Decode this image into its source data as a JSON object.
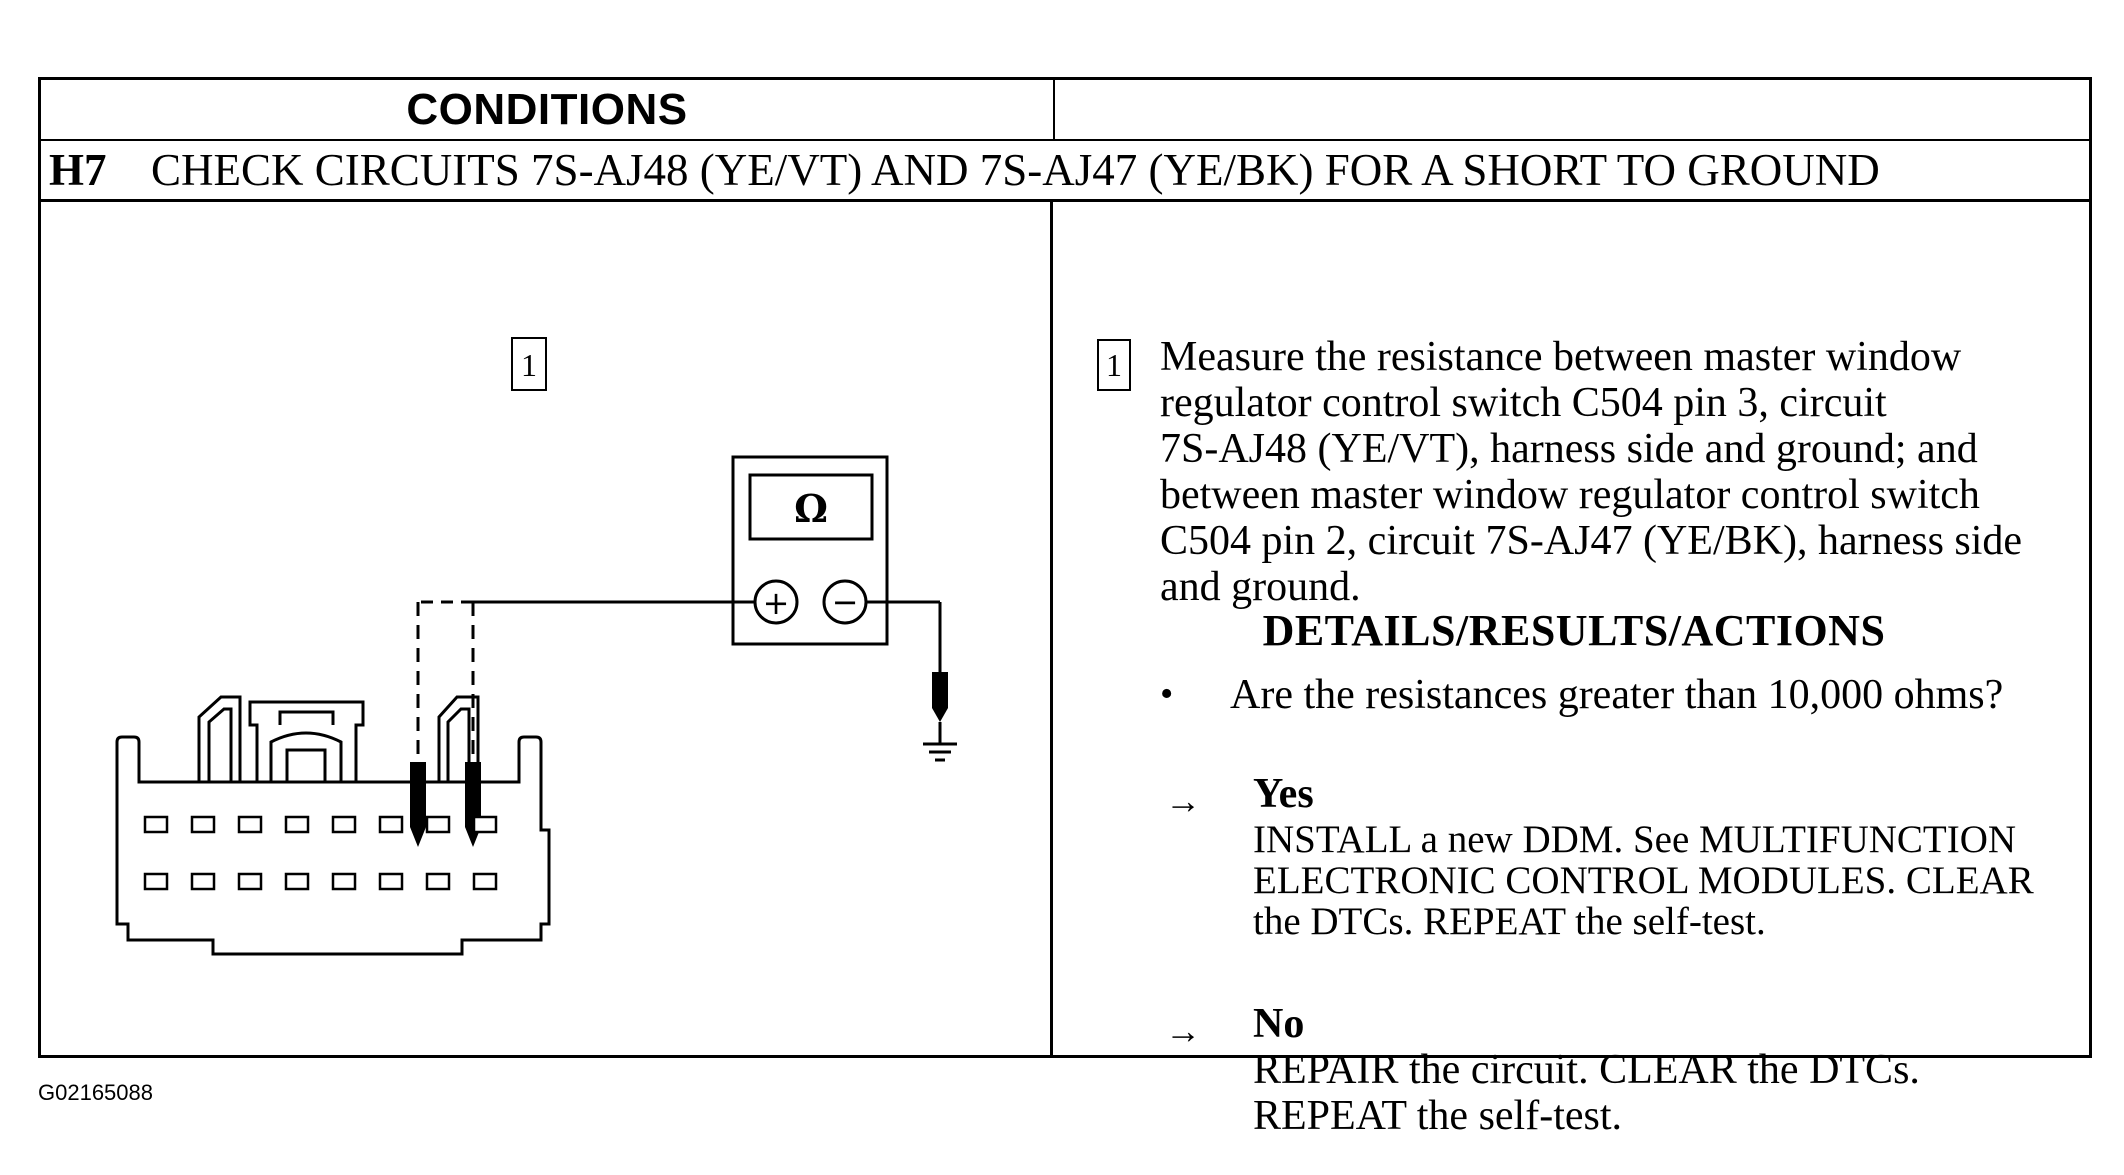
{
  "headers": {
    "conditions": "CONDITIONS",
    "details": "DETAILS/RESULTS/ACTIONS"
  },
  "step": {
    "id": "H7",
    "title": "CHECK CIRCUITS 7S-AJ48 (YE/VT) AND 7S-AJ47 (YE/BK) FOR A SHORT TO GROUND"
  },
  "diagram": {
    "callout": "1",
    "meter_symbol": "Ω",
    "plus": "+",
    "minus": "−"
  },
  "action": {
    "number": "1",
    "lines": [
      "Measure the resistance between master window",
      "regulator control switch C504 pin 3, circuit",
      "7S-AJ48 (YE/VT), harness side and ground; and",
      "between master window regulator control switch",
      "C504 pin 2, circuit 7S-AJ47 (YE/BK), harness side",
      "and ground."
    ],
    "bullet": "•",
    "question": "Are the resistances greater than 10,000 ohms?"
  },
  "answers": {
    "arrow": "→",
    "yes": {
      "label": "Yes",
      "lines": [
        "INSTALL a new DDM. See MULTIFUNCTION",
        "ELECTRONIC CONTROL MODULES. CLEAR",
        "the DTCs. REPEAT the self-test."
      ]
    },
    "no": {
      "label": "No",
      "lines": [
        "REPAIR the circuit. CLEAR the DTCs.",
        "REPEAT the self-test."
      ]
    }
  },
  "figure_id": "G02165088"
}
